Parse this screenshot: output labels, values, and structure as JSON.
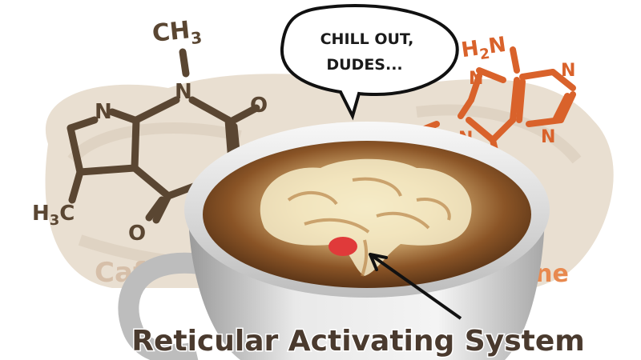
{
  "speech_bubble": {
    "line1": "CHILL OUT,",
    "line2": "DUDES..."
  },
  "caffeine_molecule": {
    "label_partial": "Caff",
    "methyl_group_top": "CH",
    "methyl_subscript": "3",
    "nitrogen_top": "N",
    "nitrogen_left": "N",
    "methyl_group_left_H": "H",
    "methyl_group_left_sub": "3",
    "methyl_group_left_C": "C",
    "oxygen_right": "O",
    "oxygen_bottom": "O"
  },
  "adenosine_molecule": {
    "label_partial": "sine",
    "amine_H": "H",
    "amine_sub": "2",
    "amine_N": "N",
    "nitrogen_1": "N",
    "nitrogen_2": "N",
    "nitrogen_3": "N",
    "nitrogen_4": "N"
  },
  "caption": "Reticular Activating System",
  "colors": {
    "caffeine_ink": "#5a4632",
    "adenosine_ink": "#d9622b",
    "caption_ink": "#4a3a2e",
    "highlight_spot": "#e03a3a"
  }
}
